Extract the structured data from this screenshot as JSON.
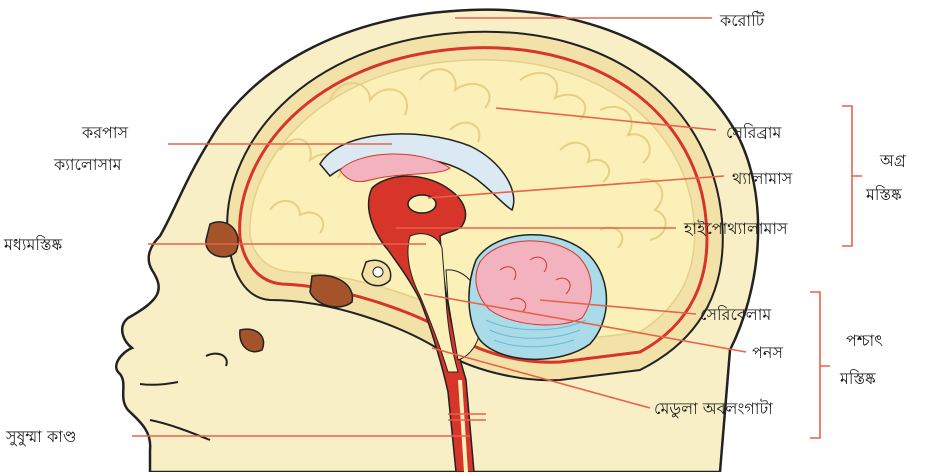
{
  "labels": {
    "skull": "করোটি",
    "corpus_callosum_1": "করপাস",
    "corpus_callosum_2": "ক্যালোসাম",
    "cerebrum": "সেরিব্রাম",
    "thalamus": "থ্যালামাস",
    "hypothalamus": "হাইপোথ্যালামাস",
    "midbrain": "মধ্যমস্তিষ্ক",
    "cerebellum": "সেরিবেলাম",
    "pons": "পনস",
    "medulla": "মেডুলা অবলংগাটা",
    "spinal_cord": "সুষুম্মা কাণ্ড"
  },
  "groups": {
    "forebrain_1": "অগ্র",
    "forebrain_2": "মস্তিষ্ক",
    "hindbrain_1": "পশ্চাৎ",
    "hindbrain_2": "মস্তিষ্ক"
  },
  "colors": {
    "skin": "#f8efc6",
    "skin_outline": "#222222",
    "skull": "#f3e2a8",
    "brain": "#fbf0b8",
    "brain_gyri": "#e6cf86",
    "red_structure": "#d7342a",
    "sinus_brown": "#a4532a",
    "cerebellum_pink": "#f2b3bf",
    "pons_blue": "#a9dbe8",
    "callosum_blue": "#dbe9f2",
    "leader": "#e8624a"
  }
}
